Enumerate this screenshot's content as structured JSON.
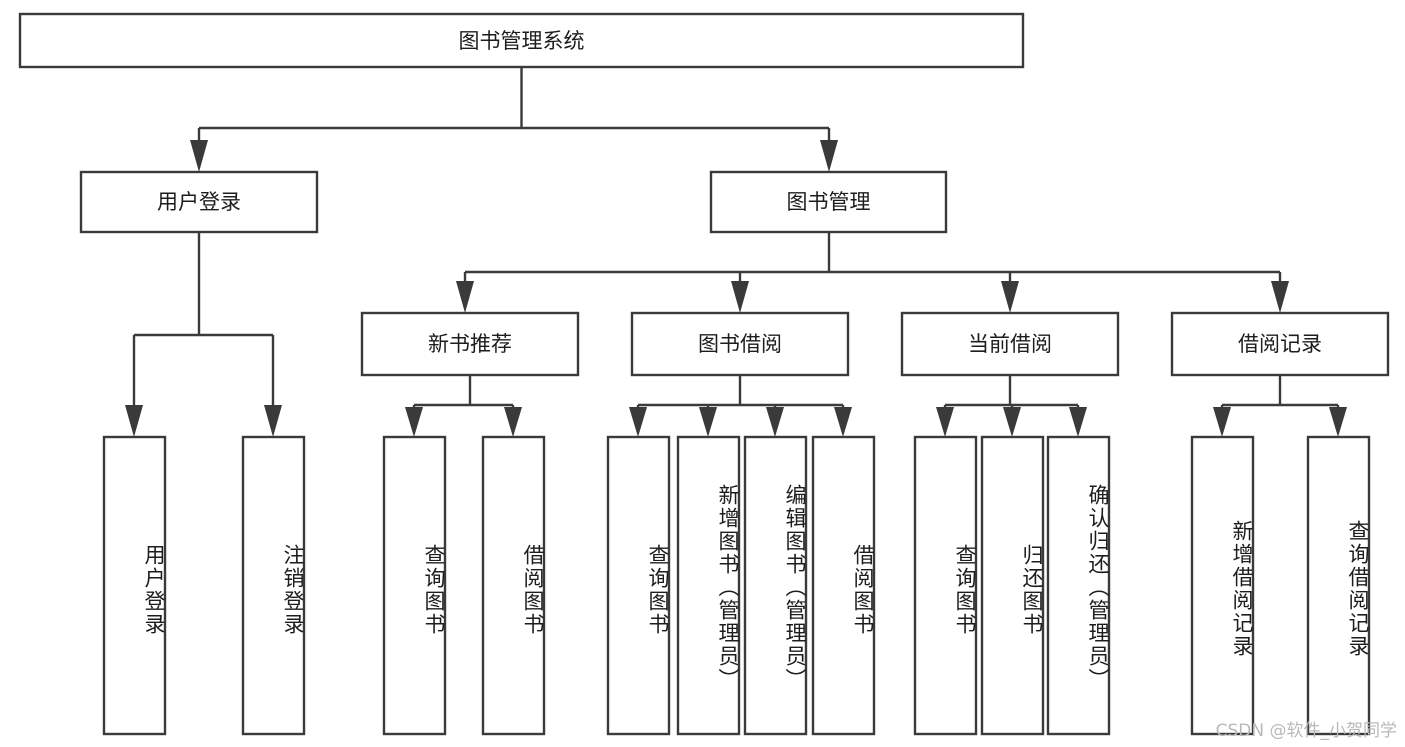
{
  "diagram": {
    "title": "图书管理系统",
    "type": "tree-hierarchy-diagram",
    "watermark": "CSDN @软件_小贺同学",
    "colors": {
      "stroke": "#3a3a3a",
      "fill": "#ffffff",
      "text": "#1d1d1d",
      "watermark": "#b9b9b9"
    },
    "root": {
      "label": "图书管理系统"
    },
    "level2": [
      {
        "label": "用户登录"
      },
      {
        "label": "图书管理"
      }
    ],
    "level3": [
      {
        "label": "新书推荐"
      },
      {
        "label": "图书借阅"
      },
      {
        "label": "当前借阅"
      },
      {
        "label": "借阅记录"
      }
    ],
    "leaves": {
      "user_login": [
        {
          "label": "用户登录"
        },
        {
          "label": "注销登录"
        }
      ],
      "new_book_recommend": [
        {
          "label": "查询图书"
        },
        {
          "label": "借阅图书"
        }
      ],
      "book_borrow": [
        {
          "label": "查询图书"
        },
        {
          "label": "新增图书（管理员）"
        },
        {
          "label": "编辑图书（管理员）"
        },
        {
          "label": "借阅图书"
        }
      ],
      "current_borrow": [
        {
          "label": "查询图书"
        },
        {
          "label": "归还图书"
        },
        {
          "label": "确认归还（管理员）"
        }
      ],
      "borrow_record": [
        {
          "label": "新增借阅记录"
        },
        {
          "label": "查询借阅记录"
        }
      ]
    }
  }
}
